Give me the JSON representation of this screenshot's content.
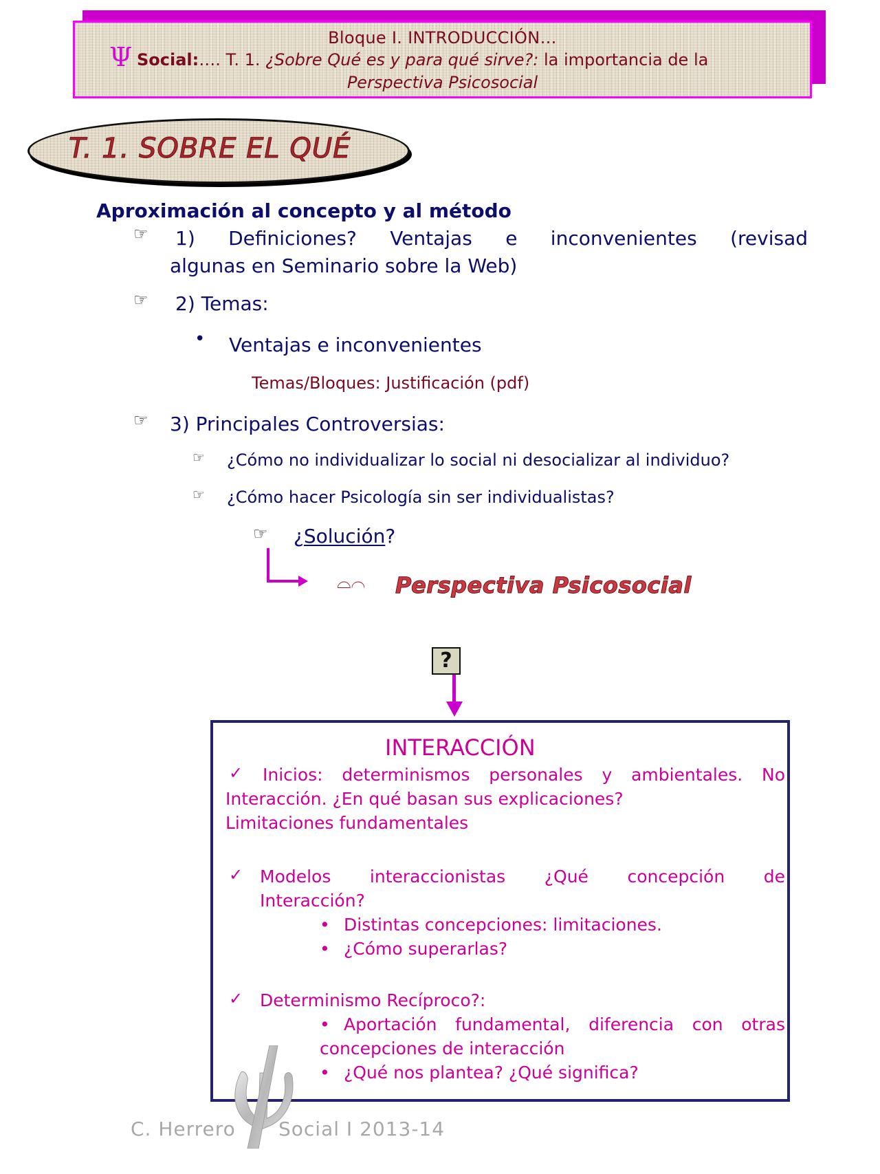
{
  "header": {
    "line1": "Bloque I. INTRODUCCIÓN…",
    "psi_symbol": "Ψ",
    "line2_bold": "Social:",
    "line2_dots": "…. ",
    "line2_topic": "T. 1",
    "line2_sep": ". ",
    "line2_italic": "¿Sobre Qué es y para qué sirve?:",
    "line2_rest": " la importancia de la",
    "line3_italic": "Perspectiva Psicosocial"
  },
  "title": {
    "text": "T. 1.  SOBRE EL QUÉ"
  },
  "outline": {
    "subtitle": "Aproximación al concepto y al método",
    "hand_icon": "☞",
    "item1_line1": "1) Definiciones?  Ventajas e inconvenientes (revisad",
    "item1_line2": "algunas en Seminario sobre la Web)",
    "item2": "2) Temas:",
    "item2_bullet": "•",
    "item2_sub": "Ventajas e inconvenientes",
    "item2_link": "Temas/Bloques: Justificación (pdf)",
    "item3": "3) Principales Controversias:",
    "item3_a": "¿Cómo no individualizar lo social ni desocializar al individuo?",
    "item3_b": "¿Cómo hacer Psicología sin ser individualistas?",
    "solution_prefix": "¿",
    "solution_word": "Solución",
    "solution_suffix": "?",
    "glasses_icon": "⌓⌒",
    "perspective": "Perspectiva Psicosocial"
  },
  "question_box": {
    "symbol": "?"
  },
  "interaction": {
    "title": "INTERACCIÓN",
    "check_icon": "✓",
    "inicios_l1": "Inicios: determinismos personales y ambientales. No",
    "inicios_l2": "Interacción. ¿En qué basan sus explicaciones?",
    "inicios_l3": "Limitaciones fundamentales",
    "modelos_l1": "Modelos interaccionistas ¿Qué concepción de",
    "modelos_l2": "Interacción?",
    "modelos_b1": "Distintas concepciones: limitaciones.",
    "modelos_b2": "¿Cómo superarlas?",
    "det_l1": "Determinismo Recíproco?:",
    "det_b1_l1": "Aportación fundamental, diferencia con otras",
    "det_b1_l2": "concepciones de interacción",
    "det_b2": "¿Qué nos plantea? ¿Qué significa?",
    "small_bullet": "•"
  },
  "footer": {
    "author": "C. Herrero",
    "course": "Social I 2013-14"
  }
}
